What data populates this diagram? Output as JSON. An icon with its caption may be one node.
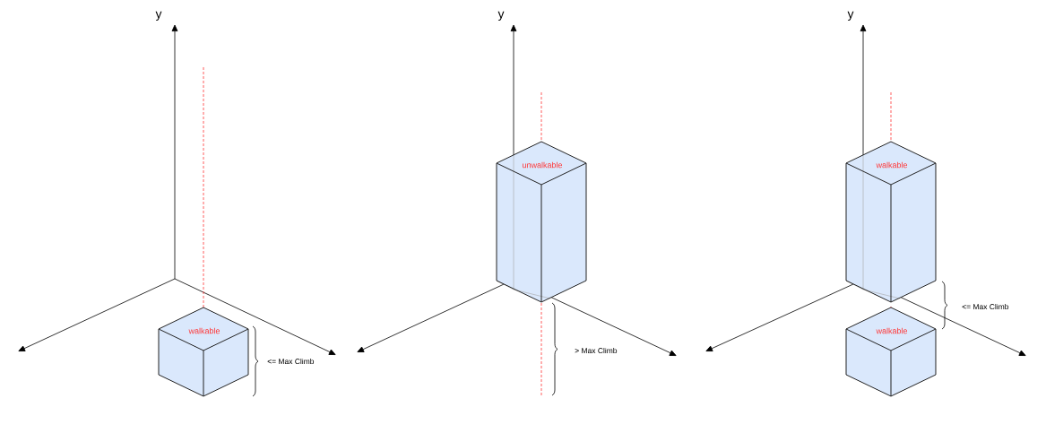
{
  "diagram": {
    "nodes": [
      {
        "text": [
          "walkable"
        ]
      },
      {
        "text": [
          "unwalkable"
        ]
      },
      {
        "text": [
          "walkable"
        ]
      },
      {
        "text": [
          "walkable"
        ]
      }
    ],
    "labels": [
      "y",
      "<= Max Climb",
      "y",
      "> Max Climb",
      "y",
      "<= Max Climb"
    ]
  }
}
